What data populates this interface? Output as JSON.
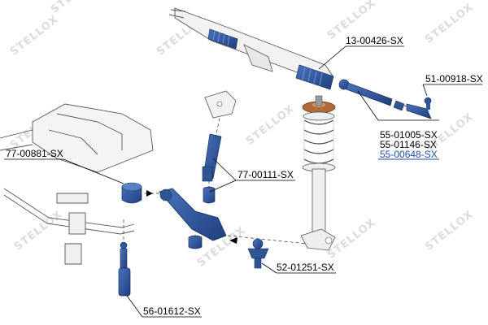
{
  "watermark": "STELLOX",
  "colors": {
    "part_fill": "#2f5597",
    "part_stroke": "#1a2f5a",
    "line": "#000000",
    "highlight_text": "#1f4fa0",
    "highlight_rule": "#1f4fa0",
    "spring_mount": "#b06a3a"
  },
  "labels": {
    "steering_rack": "13-00426-SX",
    "tie_rod_end": "51-00918-SX",
    "axial_joint_1": "55-01005-SX",
    "axial_joint_2": "55-01146-SX",
    "axial_joint_3": "55-00648-SX",
    "bushing_left": "77-00881-SX",
    "strut_bar_bushing": "77-00111-SX",
    "ball_joint": "52-01251-SX",
    "stabilizer_link": "56-01612-SX"
  }
}
